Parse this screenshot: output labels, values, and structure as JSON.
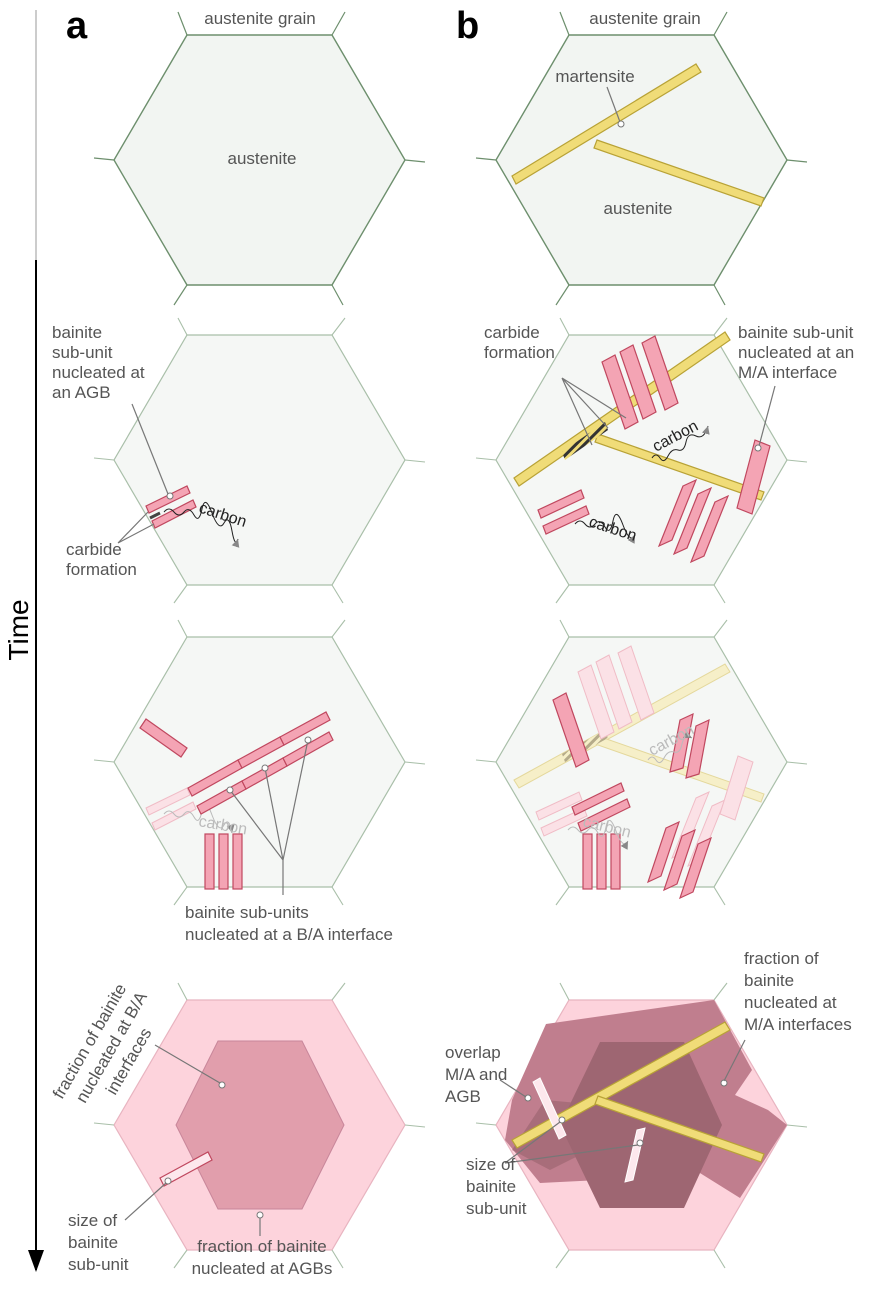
{
  "panels": {
    "a": "a",
    "b": "b"
  },
  "axis": {
    "time": "Time"
  },
  "labels": {
    "grain_a": "austenite grain",
    "grain_b": "austenite grain",
    "austenite_a": "austenite",
    "austenite_b": "austenite",
    "martensite": "martensite",
    "agb_line1": "bainite",
    "agb_line2": "sub-unit",
    "agb_line3": "nucleated at",
    "agb_line4": "an AGB",
    "carbide_a_line1": "carbide",
    "carbide_a_line2": "formation",
    "carbide_b_line1": "carbide",
    "carbide_b_line2": "formation",
    "ma_line1": "bainite sub-unit",
    "ma_line2": "nucleated at an",
    "ma_line3": "M/A interface",
    "ba_line1": "bainite sub-units",
    "ba_line2": "nucleated at a B/A interface",
    "frac_ba_line1": "fraction of bainite",
    "frac_ba_line2": "nucleated at B/A",
    "frac_ba_line3": "interfaces",
    "size_a_line1": "size of",
    "size_a_line2": "bainite",
    "size_a_line3": "sub-unit",
    "frac_agb_line1": "fraction of bainite",
    "frac_agb_line2": "nucleated at AGBs",
    "frac_ma_line1": "fraction of",
    "frac_ma_line2": "bainite",
    "frac_ma_line3": "nucleated at",
    "frac_ma_line4": "M/A interfaces",
    "overlap_line1": "overlap",
    "overlap_line2": "M/A and",
    "overlap_line3": "AGB",
    "size_b_line1": "size of",
    "size_b_line2": "bainite",
    "size_b_line3": "sub-unit"
  },
  "carbon": {
    "a_row2": "carbon",
    "a_row3": "carbon",
    "b_row2_left": "carbon",
    "b_row2_right": "carbon",
    "b_row3_left": "carbon",
    "b_row3_right": "carbon"
  },
  "colors": {
    "austenite": "#f2f5f2",
    "martensite": "#f0dc78",
    "bainite": "#f4a4b4",
    "agb_fraction": "#fdd3dc",
    "ba_fraction": "#e19eac",
    "ma_fraction": "#c07e8e",
    "overlap": "#9e6672"
  }
}
